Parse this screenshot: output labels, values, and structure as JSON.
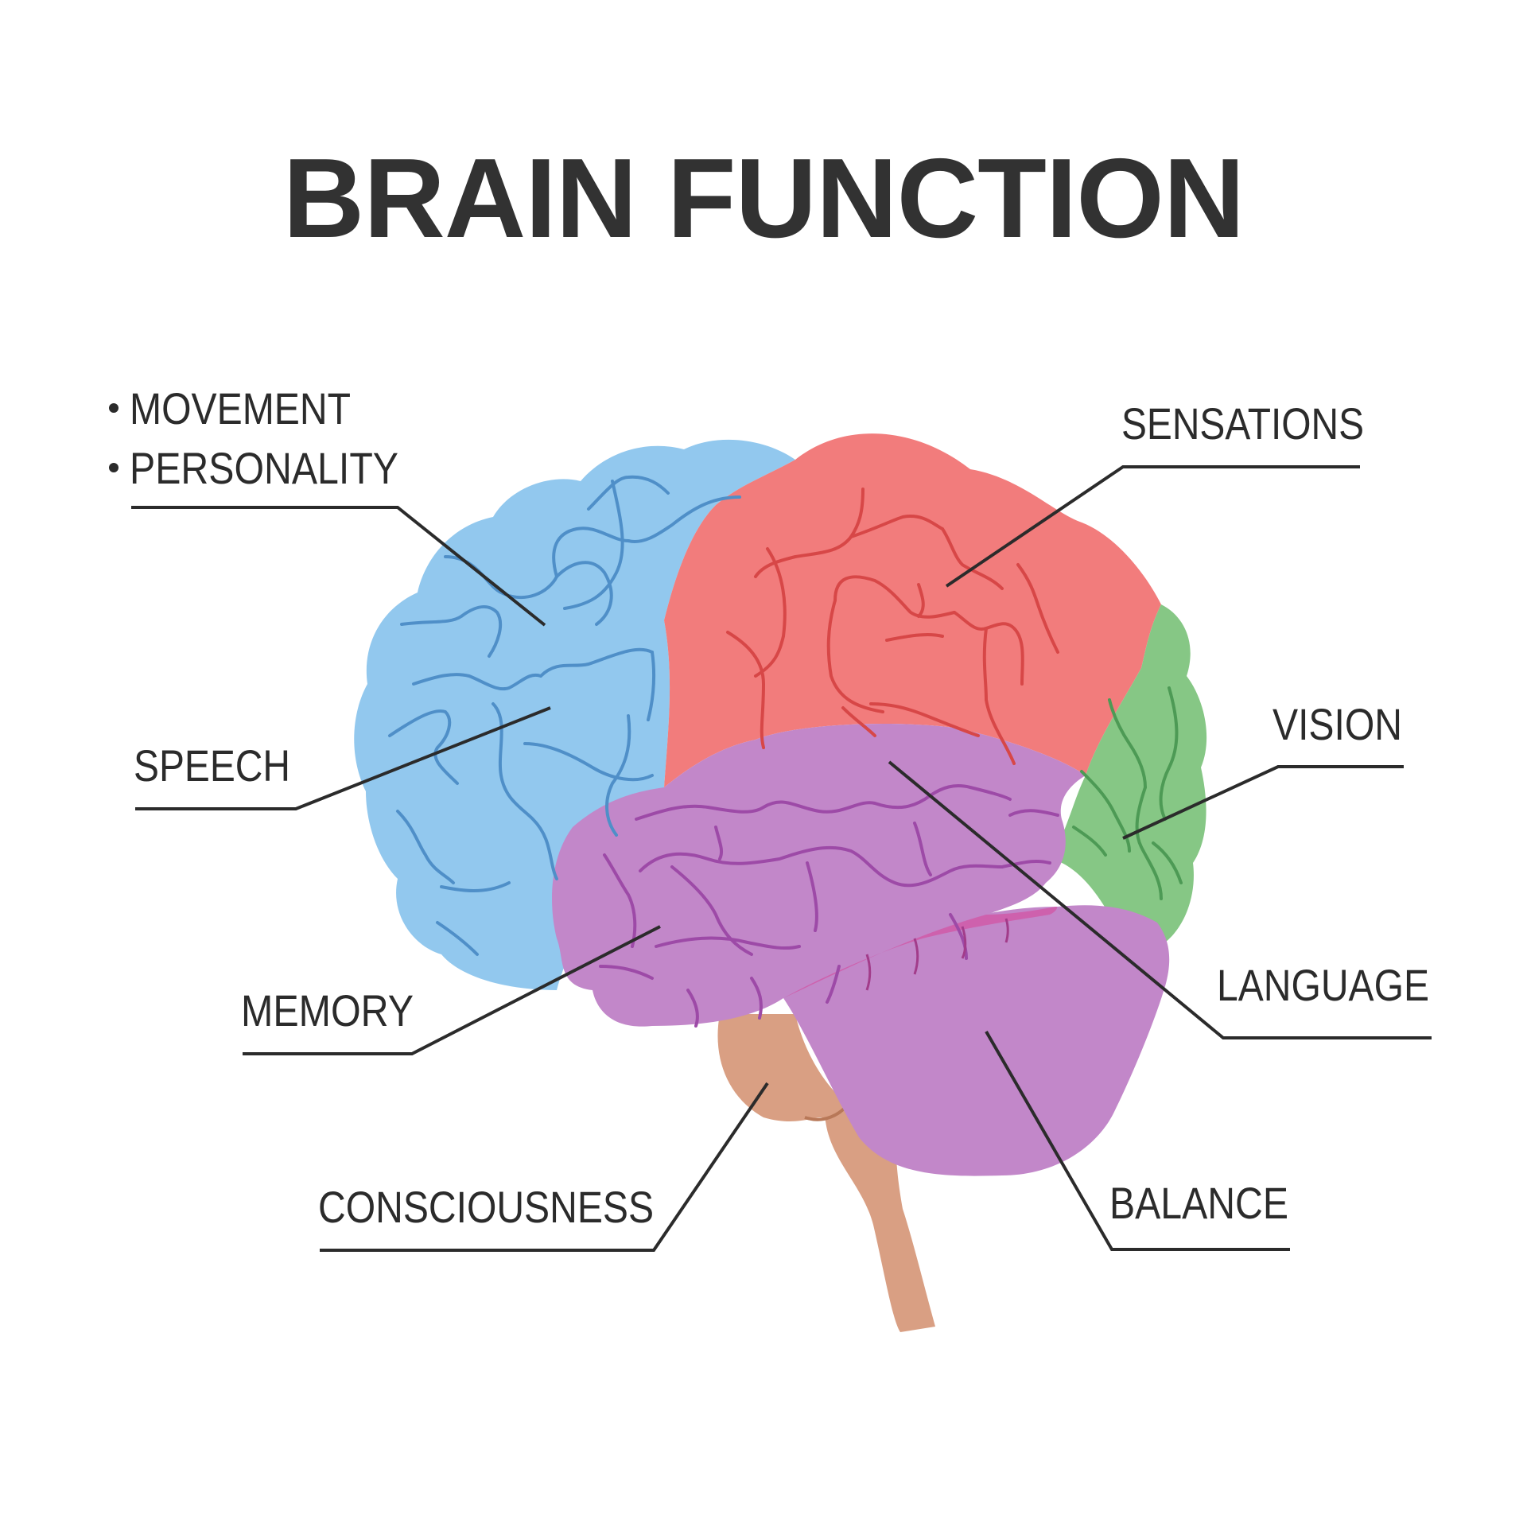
{
  "title": "BRAIN FUNCTION",
  "labels": {
    "movement": "MOVEMENT",
    "personality": "PERSONALITY",
    "speech": "SPEECH",
    "memory": "MEMORY",
    "consciousness": "CONSCIOUSNESS",
    "sensations": "SENSATIONS",
    "vision": "VISION",
    "language": "LANGUAGE",
    "balance": "BALANCE"
  },
  "colors": {
    "frontal": "#92c8ee",
    "parietal": "#f27c7c",
    "temporal": "#c287c9",
    "occipital": "#86c785",
    "cerebellum": "#c287c9",
    "brainstem": "#d99f83",
    "overlap": "#d05aa8",
    "text": "#2b2b2b"
  }
}
